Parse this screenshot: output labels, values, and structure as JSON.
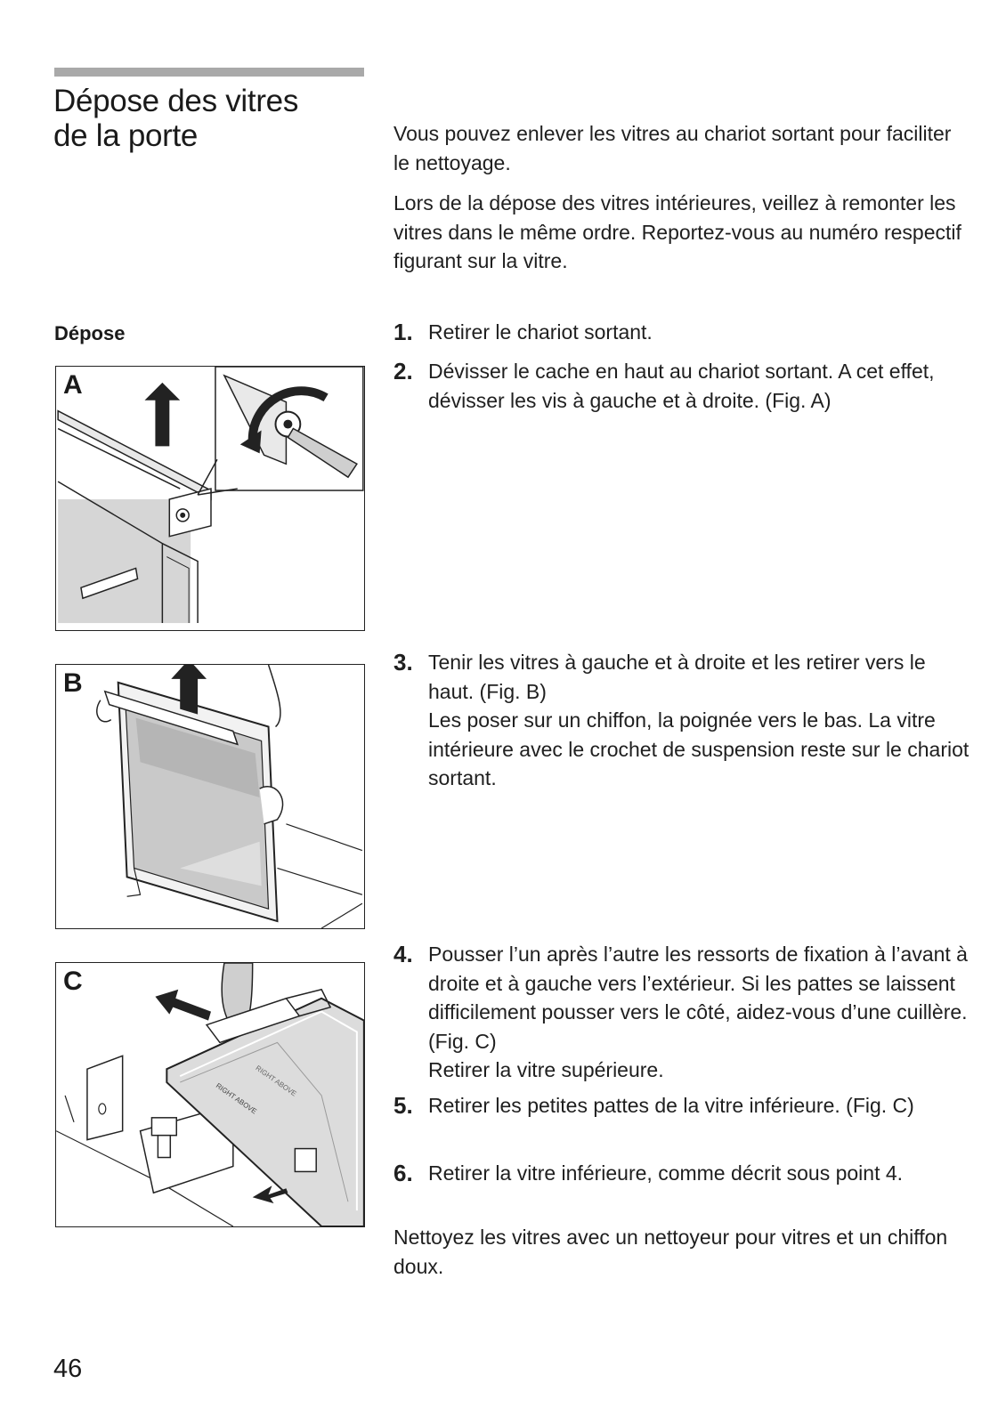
{
  "section": {
    "title_line1": "Dépose des vitres",
    "title_line2": "de la porte",
    "subheading": "Dépose"
  },
  "intro": [
    "Vous pouvez enlever les vitres au chariot sortant pour faciliter le nettoyage.",
    "Lors de la dépose des vitres intérieures, veillez à remonter les vitres dans le même ordre. Reportez-vous au numéro respectif figurant sur la vitre."
  ],
  "steps": [
    {
      "num": "1.",
      "text": "Retirer le chariot sortant."
    },
    {
      "num": "2.",
      "text": "Dévisser le cache en haut au chariot sortant. A cet effet, dévisser les vis à gauche et à droite. (Fig. A)"
    },
    {
      "num": "3.",
      "text": "Tenir les vitres à gauche et à droite et les retirer vers le haut. (Fig. B)\nLes poser sur un chiffon, la poignée vers le bas. La vitre intérieure avec le crochet de suspension reste sur le chariot sortant."
    },
    {
      "num": "4.",
      "text": "Pousser l’un après l’autre les ressorts de fixation à l’avant à droite et à gauche vers l’extérieur. Si les pattes se laissent difficilement pousser vers le côté, aidez-vous d’une cuillère. (Fig. C)\nRetirer la vitre supérieure."
    },
    {
      "num": "5.",
      "text": "Retirer les petites pattes de la vitre inférieure. (Fig. C)"
    },
    {
      "num": "6.",
      "text": "Retirer la vitre inférieure, comme décrit sous point 4."
    }
  ],
  "closing": "Nettoyez les vitres avec un nettoyeur pour vitres et un chiffon doux.",
  "figures": {
    "a_label": "A",
    "b_label": "B",
    "c_label": "C",
    "c_glass_print_1": "RIGHT ABOVE",
    "c_glass_print_2": "RIGHT ABOVE"
  },
  "page_number": "46"
}
